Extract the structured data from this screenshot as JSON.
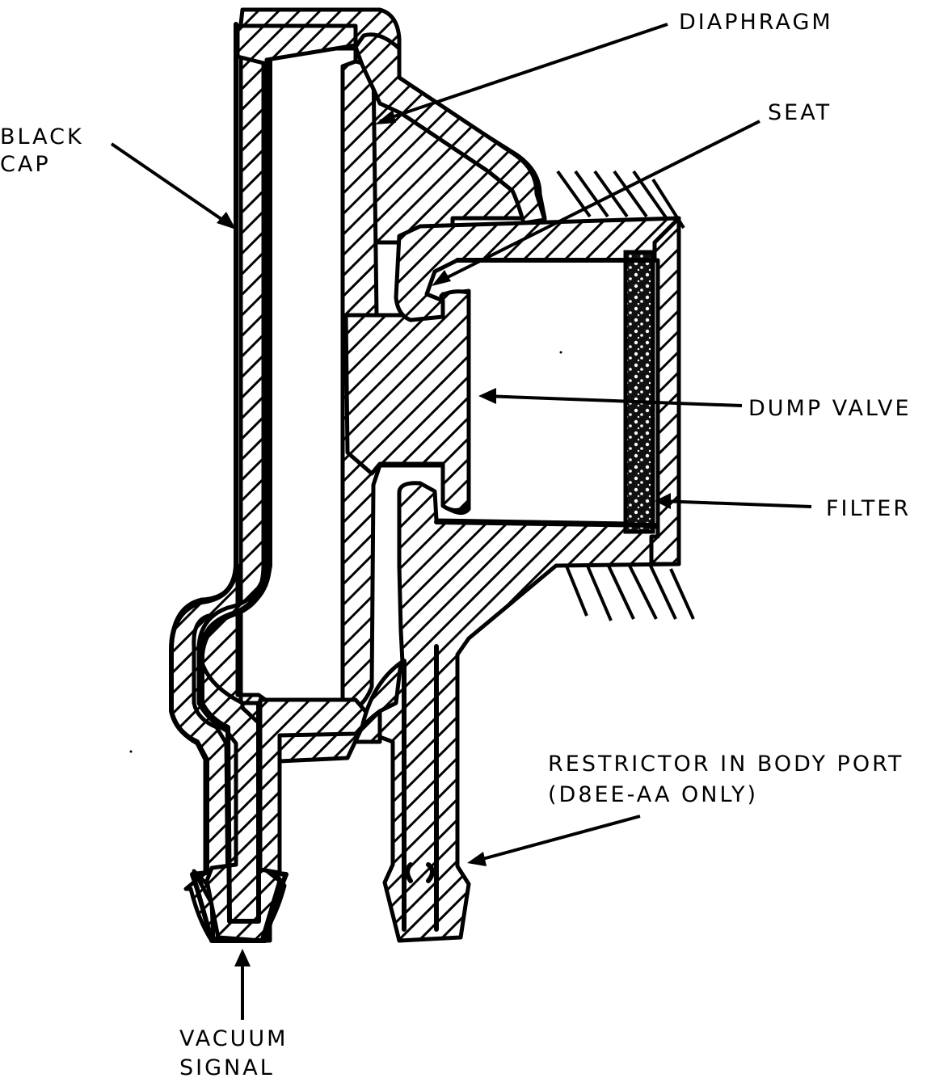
{
  "labels": {
    "diaphragm": "DIAPHRAGM",
    "seat": "SEAT",
    "black_cap_line1": "BLACK",
    "black_cap_line2": "CAP",
    "dump_valve": "DUMP VALVE",
    "filter": "FILTER",
    "restrictor_line1": "RESTRICTOR IN BODY PORT",
    "restrictor_line2": "(D8EE-AA ONLY)",
    "vacuum_line1": "VACUUM",
    "vacuum_line2": "SIGNAL"
  }
}
